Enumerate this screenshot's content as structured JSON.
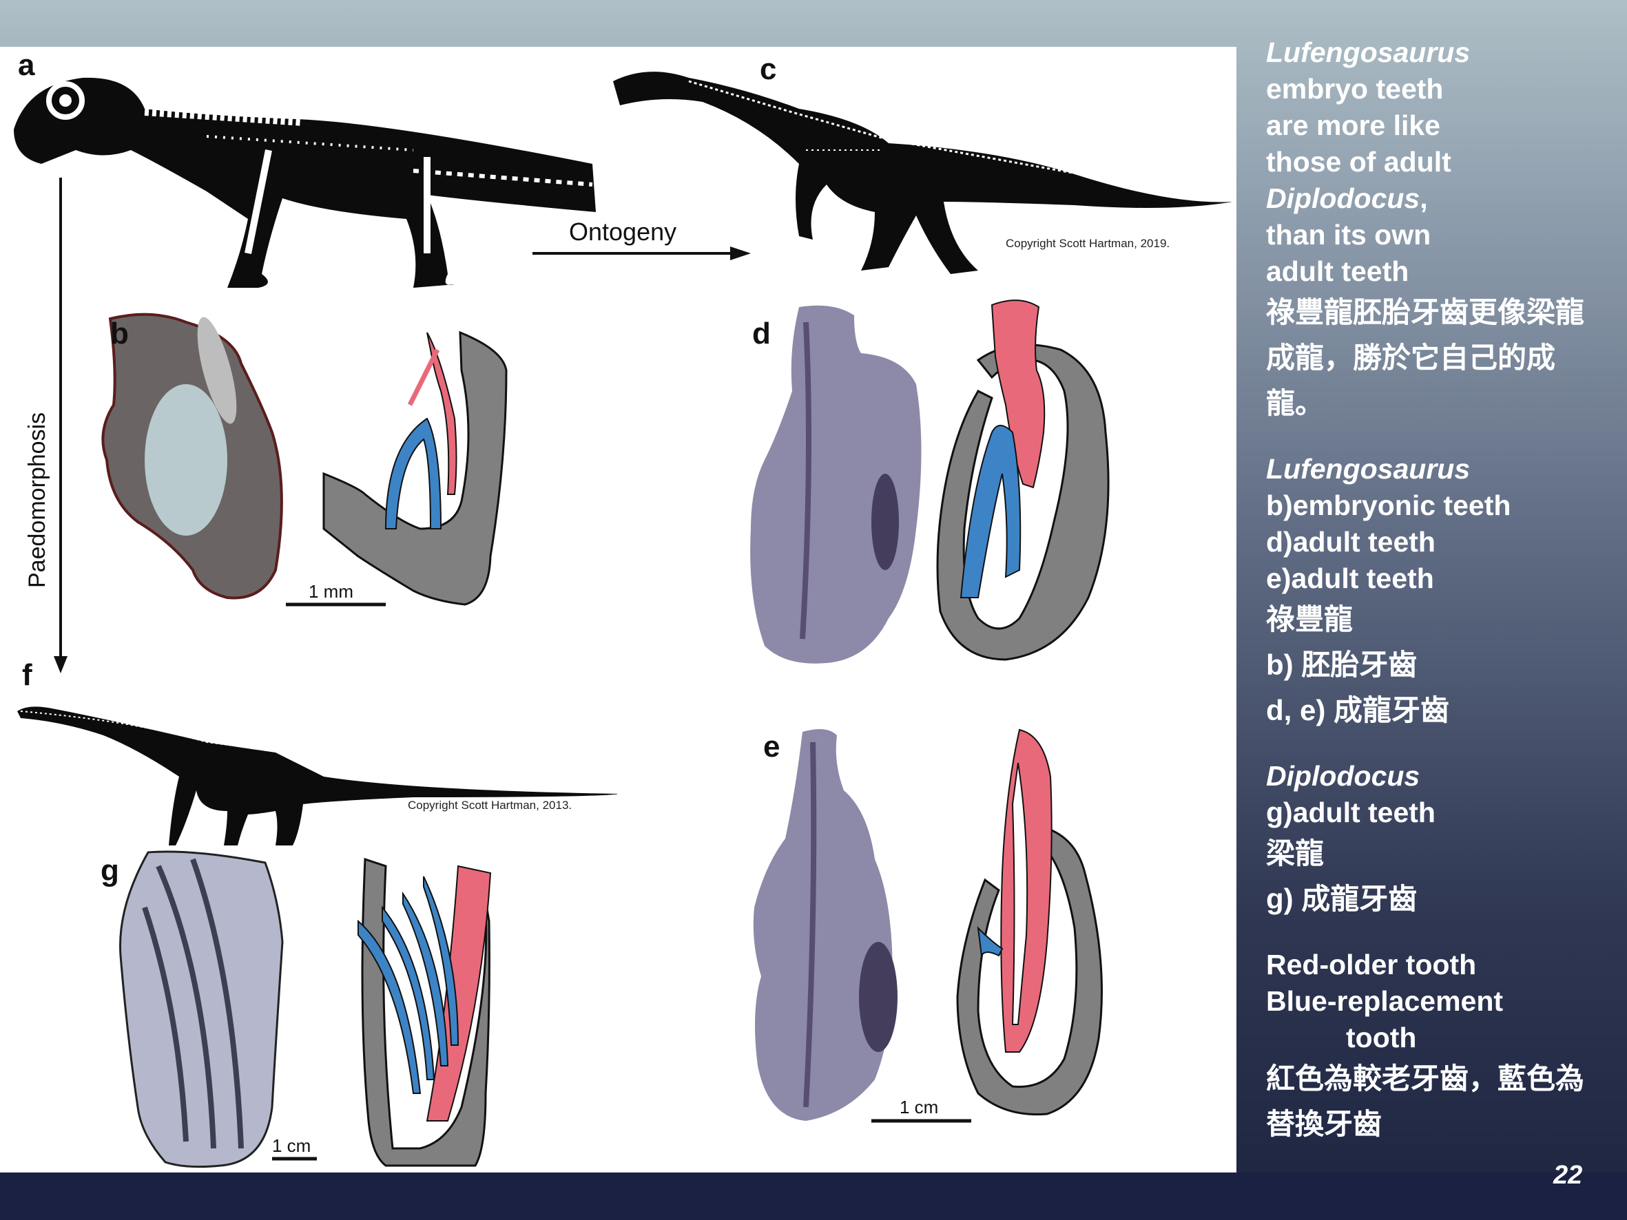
{
  "figure": {
    "panels": {
      "a": "a",
      "b": "b",
      "c": "c",
      "d": "d",
      "e": "e",
      "f": "f",
      "g": "g"
    },
    "ontogeny_label": "Ontogeny",
    "paedomorphosis_label": "Paedomorphosis",
    "copyright_c": "Copyright Scott Hartman, 2019.",
    "copyright_f": "Copyright Scott Hartman, 2013.",
    "scale_b": "1 mm",
    "scale_e": "1 cm",
    "scale_g": "1 cm"
  },
  "text": {
    "block1": {
      "title": "Lufengosaurus",
      "l1": "embryo teeth",
      "l2": "are more like",
      "l3": "those of adult",
      "l4a": "Diplodocus",
      "l4b": ",",
      "l5": "than its own",
      "l6": "adult teeth",
      "c1": "祿豐龍胚胎牙齒更像梁龍",
      "c2": "成龍，勝於它自己的成",
      "c3": "龍。"
    },
    "block2": {
      "title": "Lufengosaurus",
      "l1": "b)embryonic teeth",
      "l2": "d)adult teeth",
      "l3": "e)adult teeth",
      "c1": "祿豐龍",
      "c2": "b) 胚胎牙齒",
      "c3": "d, e) 成龍牙齒"
    },
    "block3": {
      "title": "Diplodocus",
      "l1": "g)adult teeth",
      "c1": "梁龍",
      "c2": "g) 成龍牙齒"
    },
    "block4": {
      "l1": "Red-older tooth",
      "l2": "Blue-replacement",
      "l3": "tooth",
      "c1": "紅色為較老牙齒，藍色為",
      "c2": "替換牙齒"
    }
  },
  "page_number": "22",
  "colors": {
    "older_tooth": "#e86a7a",
    "replacement_tooth": "#3d84c6",
    "bone": "#808080"
  }
}
